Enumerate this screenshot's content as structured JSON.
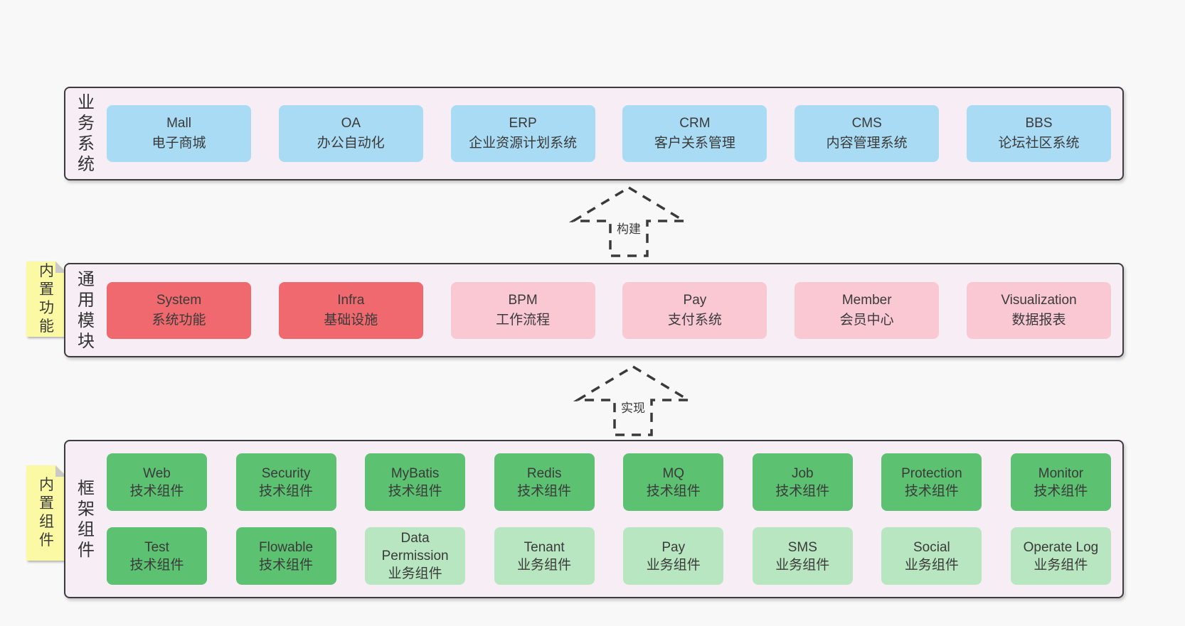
{
  "colors": {
    "page_background": "#f8f8f8",
    "panel_fill": "#f7edf5",
    "panel_border": "#3c3c3c",
    "blue": "#a9dcf4",
    "red": "#f0696e",
    "pink": "#f9c8d2",
    "green": "#5cc271",
    "lightgreen": "#b8e6c0",
    "yellow": "#fbf9a3",
    "text": "#3a3a3a"
  },
  "sections": [
    {
      "id": "business",
      "label": "业务系统",
      "sticky": null,
      "rows": [
        [
          {
            "title": "Mall",
            "subtitle": "电子商城",
            "variant": "blue"
          },
          {
            "title": "OA",
            "subtitle": "办公自动化",
            "variant": "blue"
          },
          {
            "title": "ERP",
            "subtitle": "企业资源计划系统",
            "variant": "blue"
          },
          {
            "title": "CRM",
            "subtitle": "客户关系管理",
            "variant": "blue"
          },
          {
            "title": "CMS",
            "subtitle": "内容管理系统",
            "variant": "blue"
          },
          {
            "title": "BBS",
            "subtitle": "论坛社区系统",
            "variant": "blue"
          }
        ]
      ]
    },
    {
      "id": "modules",
      "label": "通用模块",
      "sticky": "内置功能",
      "rows": [
        [
          {
            "title": "System",
            "subtitle": "系统功能",
            "variant": "red"
          },
          {
            "title": "Infra",
            "subtitle": "基础设施",
            "variant": "red"
          },
          {
            "title": "BPM",
            "subtitle": "工作流程",
            "variant": "pink"
          },
          {
            "title": "Pay",
            "subtitle": "支付系统",
            "variant": "pink"
          },
          {
            "title": "Member",
            "subtitle": "会员中心",
            "variant": "pink"
          },
          {
            "title": "Visualization",
            "subtitle": "数据报表",
            "variant": "pink"
          }
        ]
      ]
    },
    {
      "id": "components",
      "label": "框架组件",
      "sticky": "内置组件",
      "rows": [
        [
          {
            "title": "Web",
            "subtitle": "技术组件",
            "variant": "green"
          },
          {
            "title": "Security",
            "subtitle": "技术组件",
            "variant": "green"
          },
          {
            "title": "MyBatis",
            "subtitle": "技术组件",
            "variant": "green"
          },
          {
            "title": "Redis",
            "subtitle": "技术组件",
            "variant": "green"
          },
          {
            "title": "MQ",
            "subtitle": "技术组件",
            "variant": "green"
          },
          {
            "title": "Job",
            "subtitle": "技术组件",
            "variant": "green"
          },
          {
            "title": "Protection",
            "subtitle": "技术组件",
            "variant": "green"
          },
          {
            "title": "Monitor",
            "subtitle": "技术组件",
            "variant": "green"
          }
        ],
        [
          {
            "title": "Test",
            "subtitle": "技术组件",
            "variant": "green"
          },
          {
            "title": "Flowable",
            "subtitle": "技术组件",
            "variant": "green"
          },
          {
            "title": "Data Permission",
            "subtitle": "业务组件",
            "variant": "lightgreen"
          },
          {
            "title": "Tenant",
            "subtitle": "业务组件",
            "variant": "lightgreen"
          },
          {
            "title": "Pay",
            "subtitle": "业务组件",
            "variant": "lightgreen"
          },
          {
            "title": "SMS",
            "subtitle": "业务组件",
            "variant": "lightgreen"
          },
          {
            "title": "Social",
            "subtitle": "业务组件",
            "variant": "lightgreen"
          },
          {
            "title": "Operate Log",
            "subtitle": "业务组件",
            "variant": "lightgreen"
          }
        ]
      ]
    }
  ],
  "arrows": [
    {
      "label": "构建"
    },
    {
      "label": "实现"
    }
  ]
}
